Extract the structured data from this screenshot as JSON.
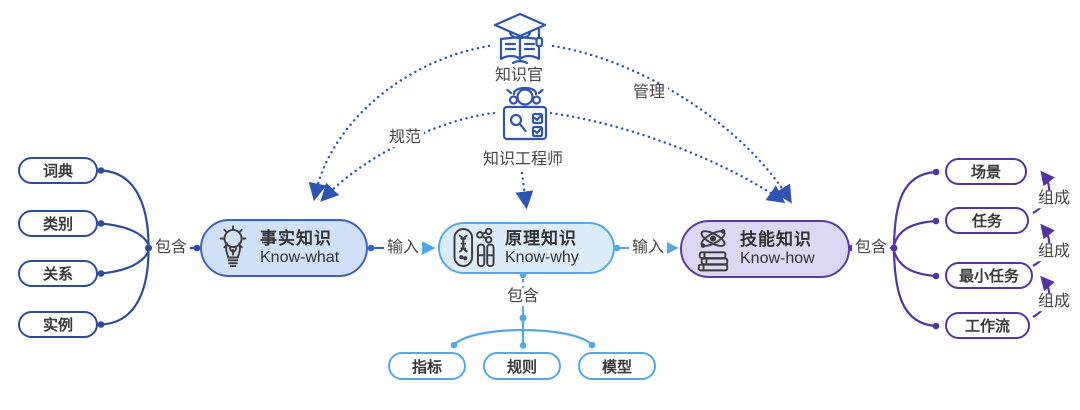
{
  "actors": {
    "officer": {
      "label": "知识官",
      "icon": "graduation-cap-book-icon"
    },
    "engineer": {
      "label": "知识工程师",
      "icon": "engineer-window-icon"
    }
  },
  "relations": {
    "standard": "规范",
    "manage": "管理",
    "input_left": "输入",
    "input_right": "输入",
    "contain_left": "包含",
    "contain_right": "包含",
    "contain_bottom": "包含",
    "compose_top": "组成",
    "compose_mid": "组成",
    "compose_bottom": "组成"
  },
  "nodes": {
    "know_what": {
      "title": "事实知识",
      "subtitle": "Know-what",
      "icon": "gear-bulb-icon",
      "fill": "#cfe0f7",
      "border": "#3a62c6"
    },
    "know_why": {
      "title": "原理知识",
      "subtitle": "Know-why",
      "icon": "dna-tubes-icon",
      "fill": "#dcebf8",
      "border": "#56a7e7"
    },
    "know_how": {
      "title": "技能知识",
      "subtitle": "Know-how",
      "icon": "atom-books-icon",
      "fill": "#ded7f3",
      "border": "#5a3aa6"
    }
  },
  "left_group": {
    "items": [
      {
        "label": "词典"
      },
      {
        "label": "类别"
      },
      {
        "label": "关系"
      },
      {
        "label": "实例"
      }
    ]
  },
  "right_group": {
    "items": [
      {
        "label": "场景"
      },
      {
        "label": "任务"
      },
      {
        "label": "最小任务"
      },
      {
        "label": "工作流"
      }
    ]
  },
  "bottom_group": {
    "items": [
      {
        "label": "指标"
      },
      {
        "label": "规则"
      },
      {
        "label": "模型"
      }
    ]
  },
  "colors": {
    "navy": "#2e4c9e",
    "royal_dotted": "#2f54b4",
    "light_blue": "#55a7e8",
    "purple": "#5434a4",
    "icon_dark": "#3d3d3d"
  }
}
